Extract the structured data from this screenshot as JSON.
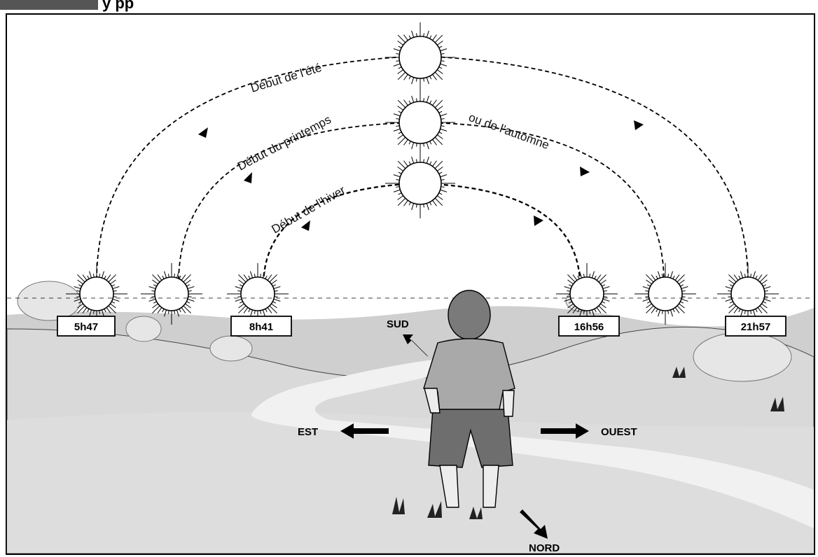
{
  "header": {
    "title_fragment": "y      pp"
  },
  "paths": {
    "summer": "Début de l’été",
    "spring": "Début du printemps",
    "autumn": "ou de l’automne",
    "winter": "Début de l’hiver"
  },
  "times": {
    "summer_rise": "5h47",
    "winter_rise": "8h41",
    "winter_set": "16h56",
    "summer_set": "21h57"
  },
  "directions": {
    "south": "SUD",
    "east": "EST",
    "west": "OUEST",
    "north": "NORD"
  },
  "colors": {
    "sky": "#ffffff",
    "hills": "#c9c9c9",
    "ground": "#d6d6d6",
    "road": "#ececec",
    "ink": "#000000"
  }
}
